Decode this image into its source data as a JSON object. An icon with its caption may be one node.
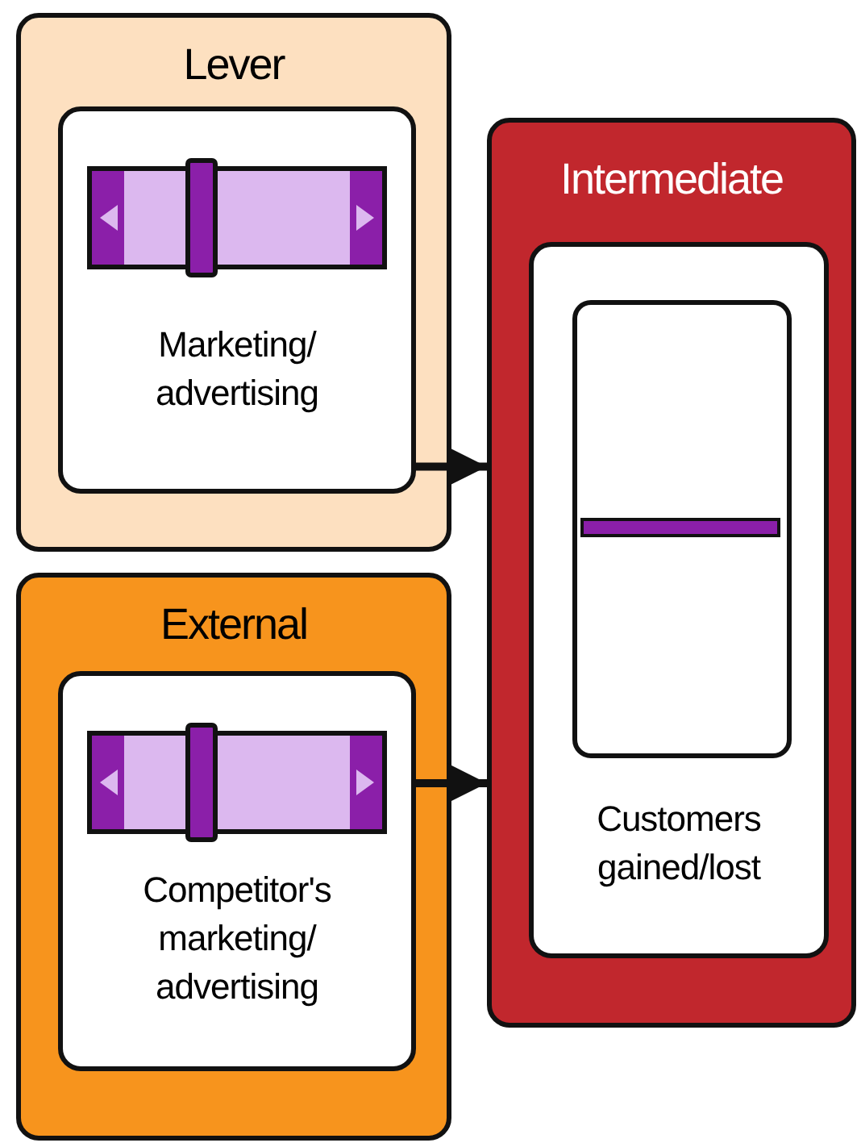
{
  "diagram": {
    "nodes": [
      {
        "text": [
          "Lever"
        ]
      },
      {
        "text": [
          "Marketing/ advertising"
        ],
        "in": 0
      },
      {
        "text": [
          "External"
        ]
      },
      {
        "text": [
          "Competitor's marketing/ advertising"
        ],
        "in": 2
      },
      {
        "text": [
          "Intermediate"
        ]
      },
      {
        "text": [
          "Customers gained/lost"
        ],
        "in": 4
      }
    ],
    "edges": [
      {
        "from": 1,
        "to": 4,
        "arrow": "to"
      },
      {
        "from": 3,
        "to": 4,
        "arrow": "to"
      }
    ]
  }
}
